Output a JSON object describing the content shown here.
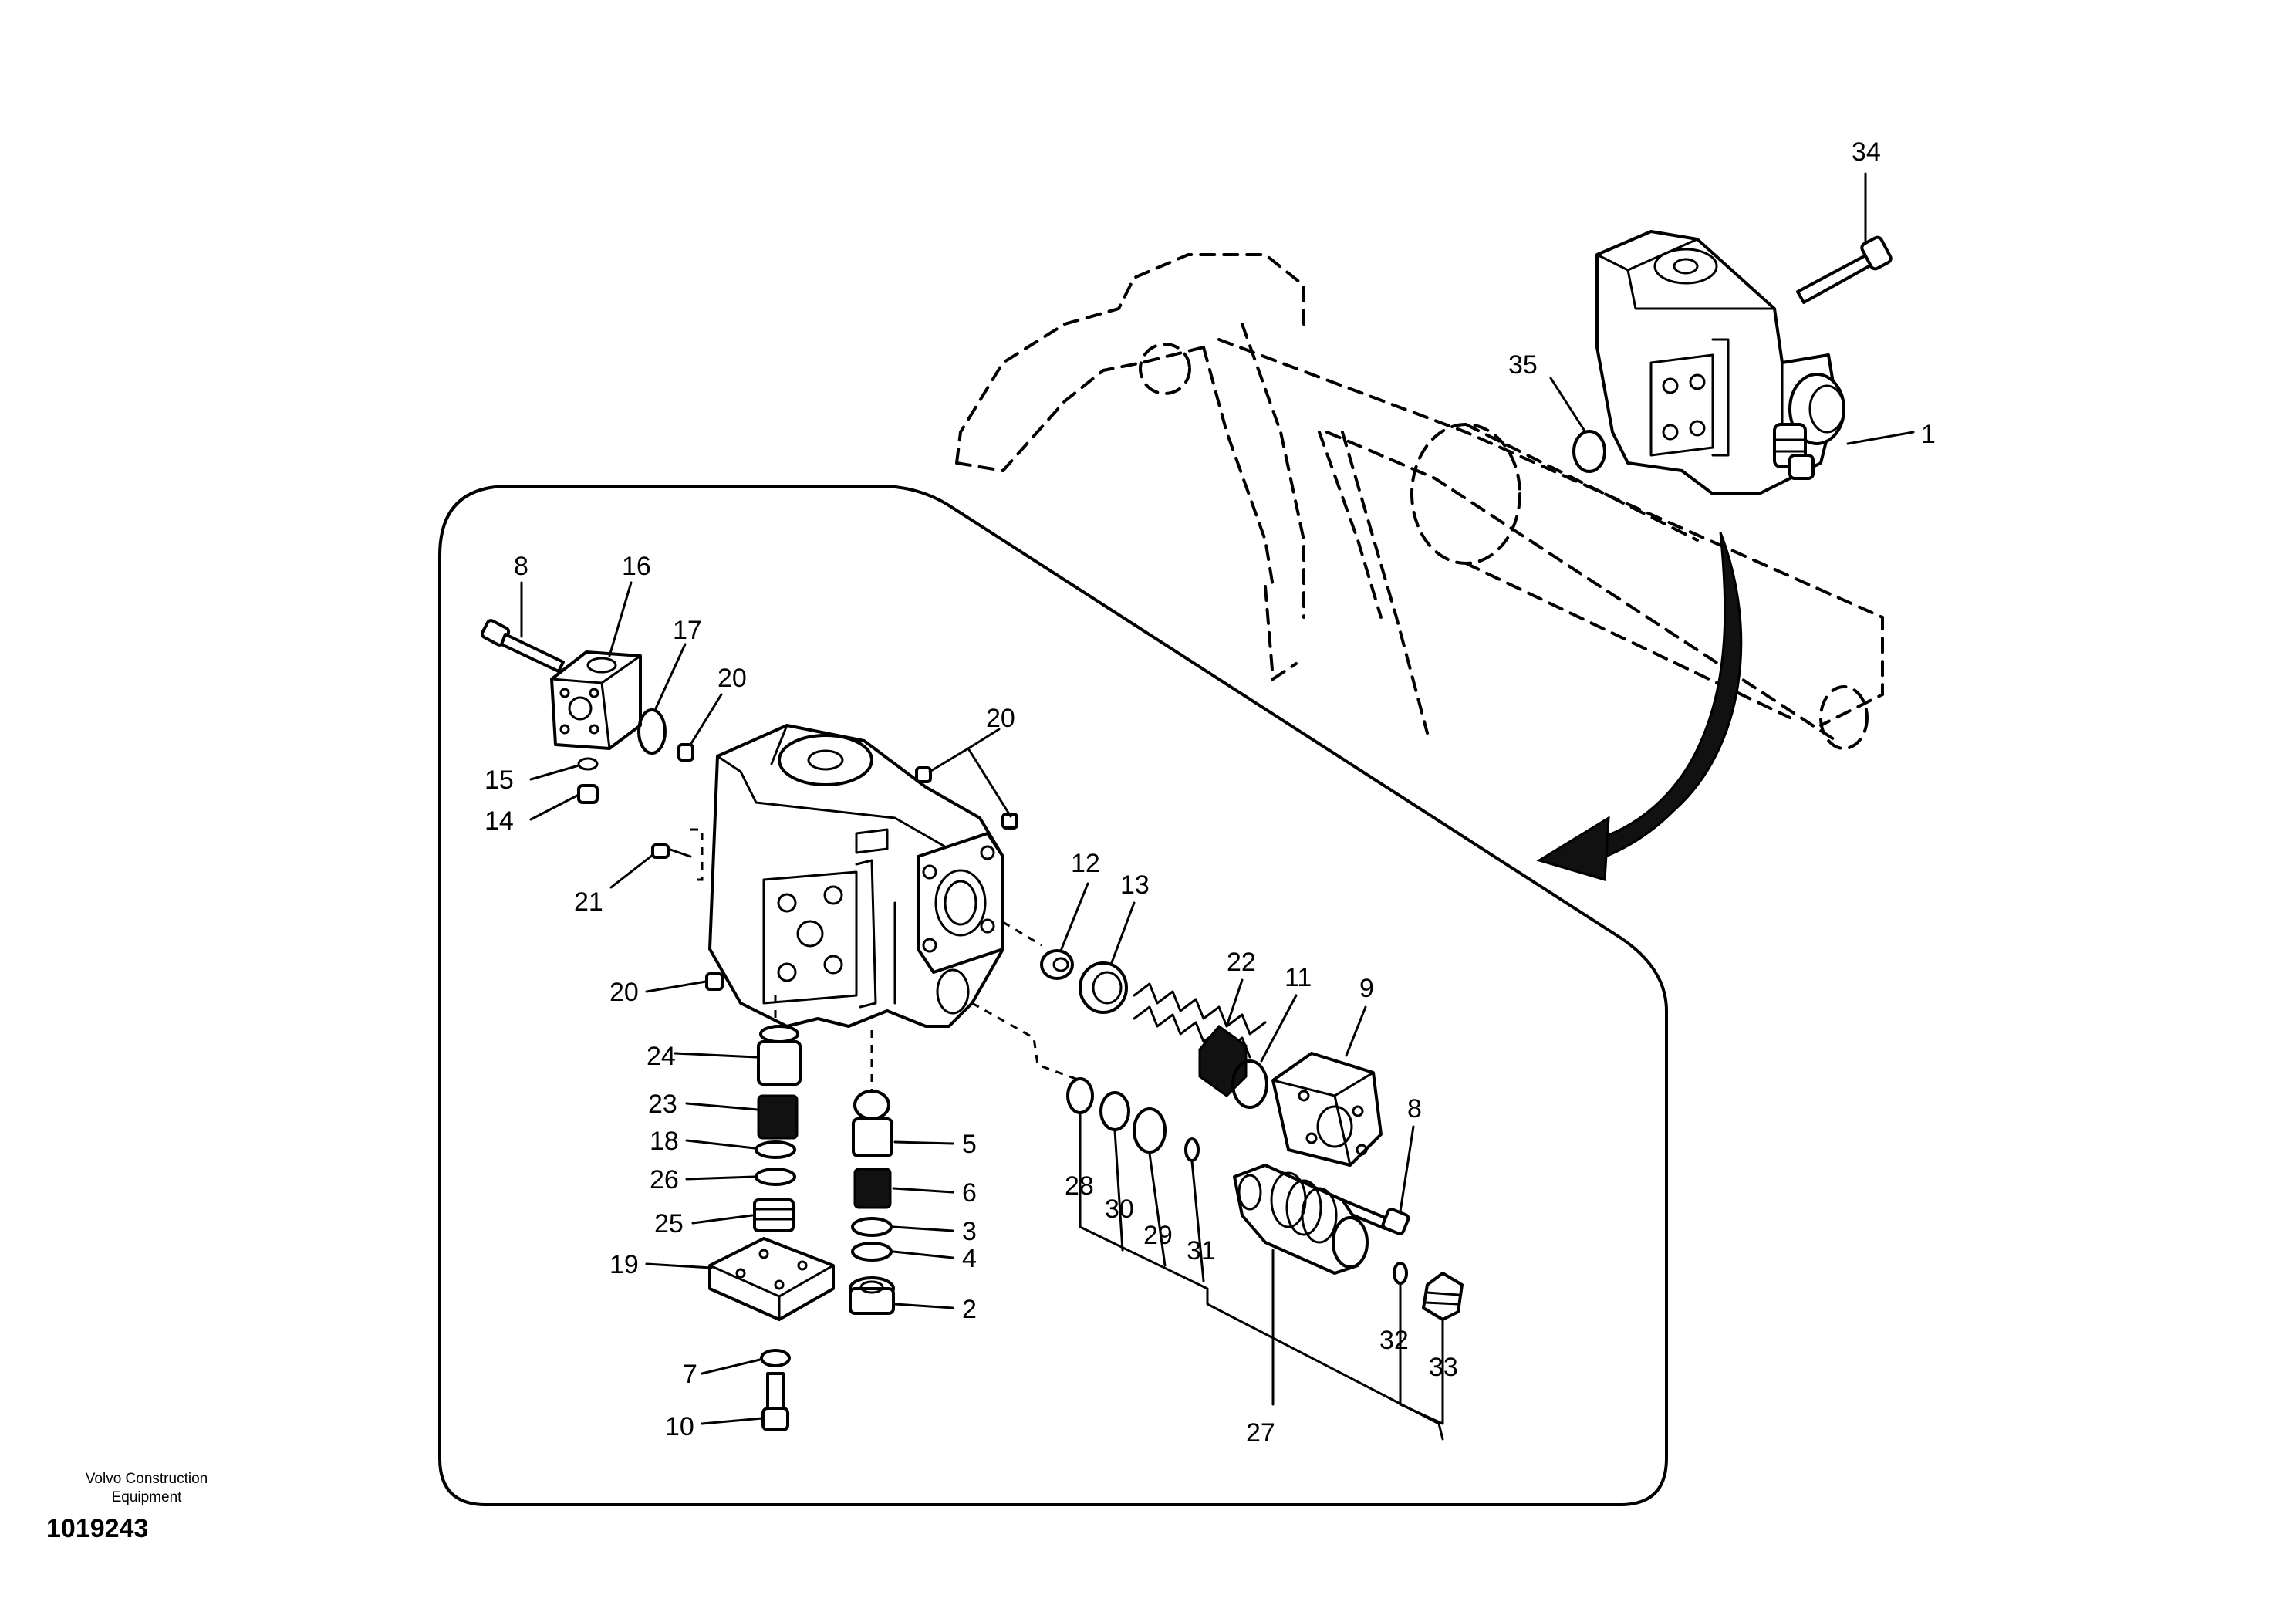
{
  "callouts": [
    "1",
    "2",
    "3",
    "4",
    "5",
    "6",
    "7",
    "8",
    "8",
    "9",
    "10",
    "11",
    "12",
    "13",
    "14",
    "15",
    "16",
    "17",
    "18",
    "19",
    "20",
    "20",
    "20",
    "21",
    "22",
    "23",
    "24",
    "25",
    "26",
    "27",
    "28",
    "29",
    "30",
    "31",
    "32",
    "33",
    "34",
    "35"
  ],
  "footer": {
    "org_line1": "Volvo Construction",
    "org_line2": "Equipment",
    "drawing_number": "1019243"
  },
  "colors": {
    "ink": "#000000",
    "paper": "#ffffff"
  }
}
